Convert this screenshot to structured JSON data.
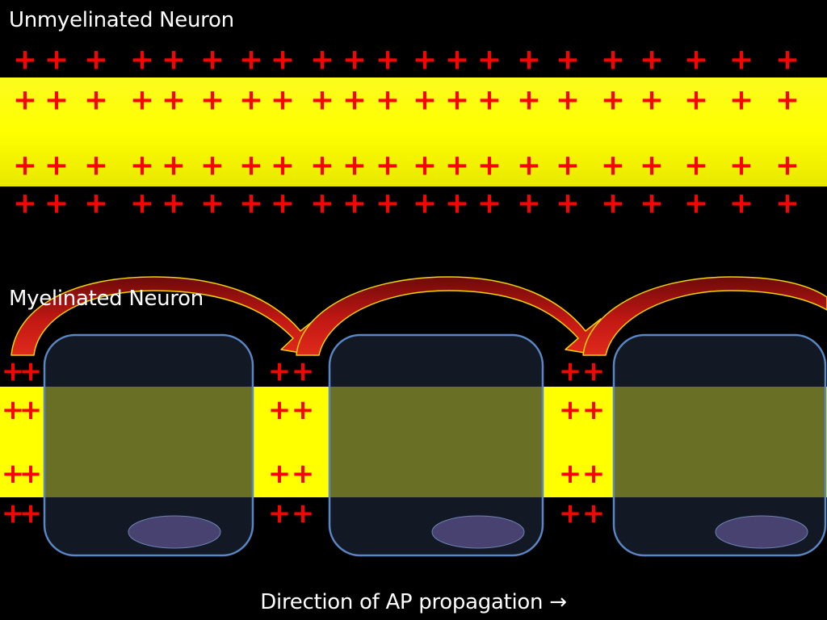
{
  "titles": {
    "unmyelinated": "Unmyelinated Neuron",
    "myelinated": "Myelinated Neuron"
  },
  "caption": {
    "text": "Direction of AP propagation",
    "arrow": "→"
  },
  "charge_symbol": "+",
  "colors": {
    "background": "#000000",
    "axon": "#ffff00",
    "charge": "#ff0000",
    "myelin_fill": "#1c2638",
    "myelin_border": "#5a86c4",
    "nucleus": "#514a7c",
    "jump_arrow": "#b81412",
    "jump_arrow_outline": "#f1d400"
  },
  "icons": {
    "saltatory_jump": "curved-arrow-icon",
    "direction": "right-arrow-icon"
  }
}
